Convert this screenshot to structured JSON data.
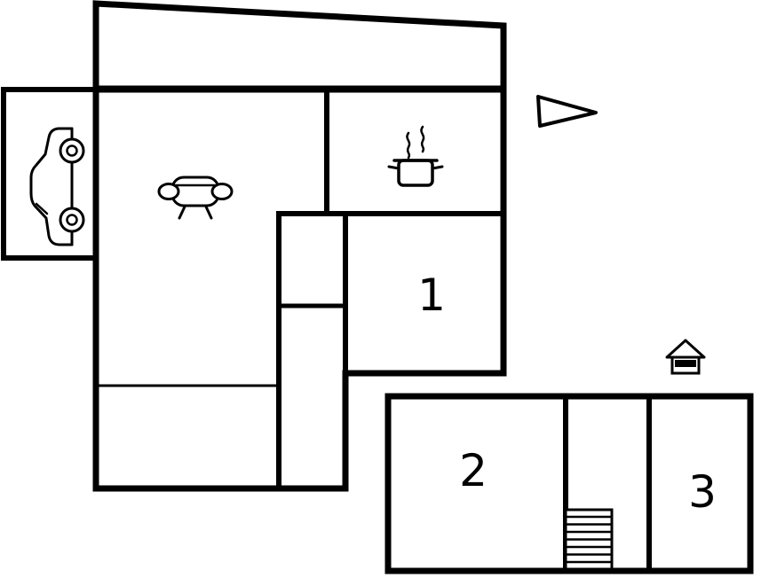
{
  "floorplan": {
    "background_color": "#ffffff",
    "wall_color": "#000000",
    "rooms": [
      {
        "id": "room-1",
        "label": "1"
      },
      {
        "id": "room-2",
        "label": "2"
      },
      {
        "id": "room-3",
        "label": "3"
      }
    ],
    "icons": [
      "car-icon",
      "sofa-icon",
      "cooking-pot-icon",
      "north-arrow-icon",
      "house-icon",
      "stairs-icon"
    ]
  }
}
